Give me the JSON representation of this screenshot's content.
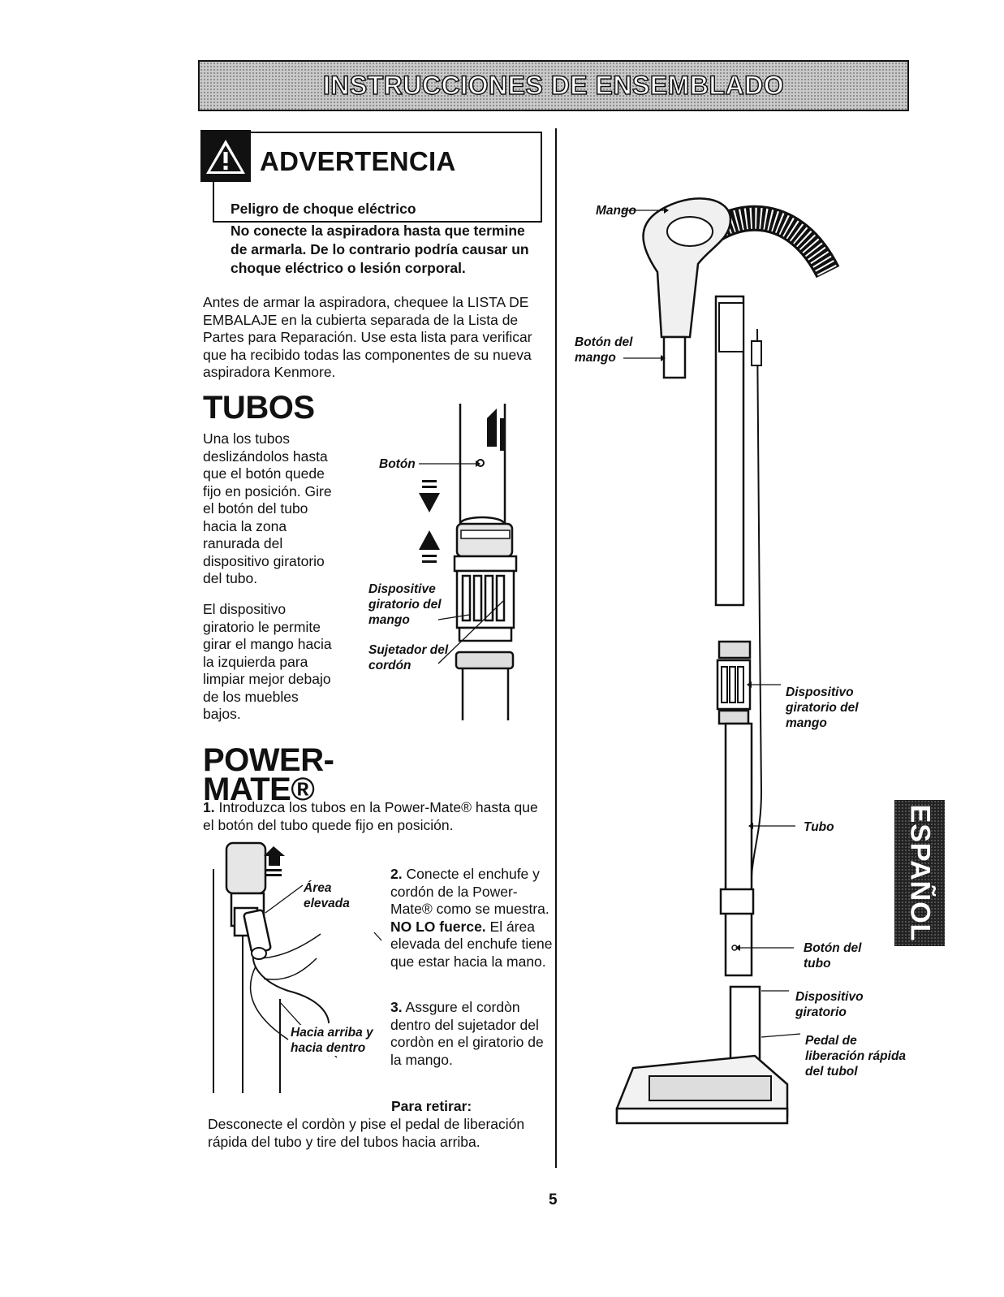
{
  "header": {
    "title": "INSTRUCCIONES DE ENSEMBLADO"
  },
  "warning": {
    "title": "ADVERTENCIA",
    "subtitle": "Peligro de choque eléctrico",
    "body": "No conecte la aspiradora hasta que termine de armarla. De lo contrario podría causar un choque eléctrico o lesión corporal.",
    "icon": "warning-triangle-icon"
  },
  "intro": "Antes de armar la aspiradora, chequee la LISTA DE EMBALAJE en la cubierta separada de la Lista de Partes para Reparación. Use esta lista para verificar que ha recibido todas las componentes de su nueva aspiradora Kenmore.",
  "tubos": {
    "heading": "TUBOS",
    "p1": "Una los tubos deslizándolos hasta que el botón quede fijo en posición. Gire el botón del tubo hacia la zona ranurada del dispositivo giratorio del tubo.",
    "p2": "El dispositivo giratorio le permite girar el mango hacia la izquierda para limpiar mejor debajo de los muebles bajos.",
    "labels": {
      "boton": "Botón",
      "dispositivo": "Dispositive giratorio del mango",
      "sujetador": "Sujetador del cordón"
    }
  },
  "powermate": {
    "heading_line1": "POWER-",
    "heading_line2": "MATE®",
    "step1_num": "1.",
    "step1": "Introduzca los tubos en la Power-Mate® hasta que el botón del tubo quede fijo en posición.",
    "step2_num": "2.",
    "step2_a": "Conecte el enchufe y cordón de la Power-Mate® como se muestra. ",
    "step2_bold": "NO LO fuerce.",
    "step2_b": " El área elevada del enchufe tiene que estar hacia la mano.",
    "step3_num": "3.",
    "step3": "Assgure el cordòn dentro del sujetador del cordòn en el giratorio de la mango.",
    "labels": {
      "area": "Área elevada",
      "hacia": "Hacia arriba y hacia dentro"
    },
    "remove_heading": "Para retirar:",
    "remove_text": "Desconecte el cordòn y pise el pedal de liberación rápida del tubo y tire del tubos hacia arriba."
  },
  "diagram_labels": {
    "mango": "Mango",
    "boton_mango": "Botón del mango",
    "dispositivo": "Dispositivo giratorio del mango",
    "tubo": "Tubo",
    "boton_tubo": "Botón del tubo",
    "dispositivo2": "Dispositivo giratorio",
    "pedal": "Pedal de liberación rápida del tubol"
  },
  "side_tab": "ESPAÑOL",
  "page_number": "5"
}
